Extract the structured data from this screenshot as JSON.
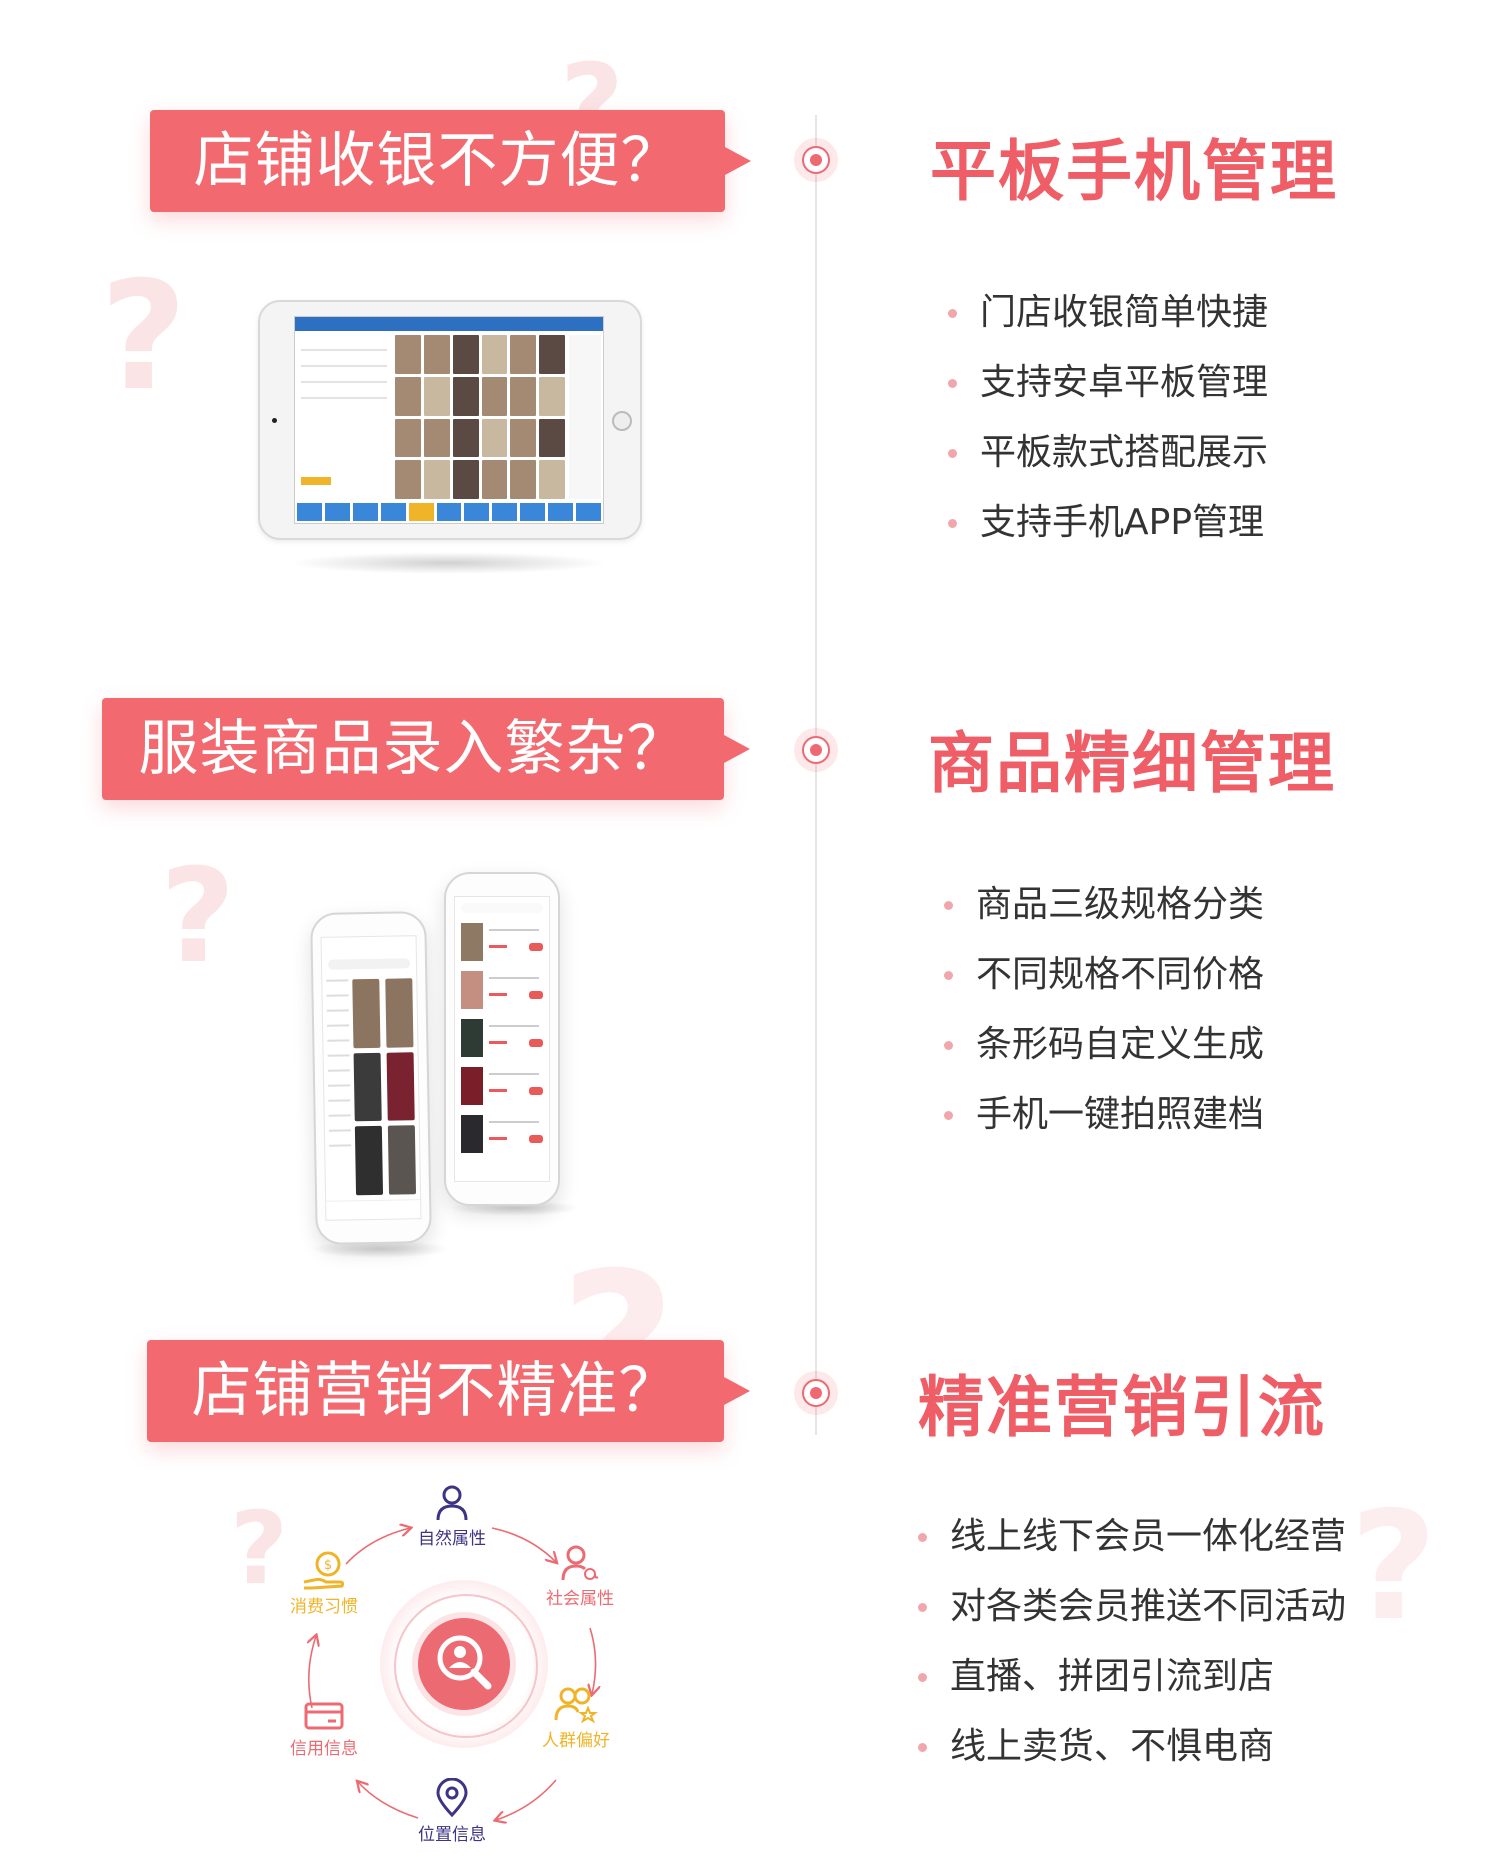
{
  "colors": {
    "accent": "#f2696f",
    "title": "#ef5d66",
    "text": "#333333",
    "navy": "#3d3486",
    "gold": "#f0b429"
  },
  "sections": [
    {
      "problem": "店铺收银不方便？",
      "title": "平板手机管理",
      "bullets": [
        "门店收银简单快捷",
        "支持安卓平板管理",
        "平板款式搭配展示",
        "支持手机APP管理"
      ]
    },
    {
      "problem": "服装商品录入繁杂？",
      "title": "商品精细管理",
      "bullets": [
        "商品三级规格分类",
        "不同规格不同价格",
        "条形码自定义生成",
        "手机一键拍照建档"
      ]
    },
    {
      "problem": "店铺营销不精准？",
      "title": "精准营销引流",
      "bullets": [
        "线上线下会员一体化经营",
        "对各类会员推送不同活动",
        "直播、拼团引流到店",
        "线上卖货、不惧电商"
      ]
    }
  ],
  "marketing": {
    "nodes": [
      {
        "label": "自然属性",
        "icon": "person-icon",
        "color": "#3d3486"
      },
      {
        "label": "社会属性",
        "icon": "person-at-icon",
        "color": "#ec6b72"
      },
      {
        "label": "人群偏好",
        "icon": "group-star-icon",
        "color": "#f0b429"
      },
      {
        "label": "位置信息",
        "icon": "location-pin-icon",
        "color": "#3d3486"
      },
      {
        "label": "信用信息",
        "icon": "credit-card-icon",
        "color": "#ec6b72"
      },
      {
        "label": "消费习惯",
        "icon": "coin-hand-icon",
        "color": "#f0b429"
      }
    ],
    "center_icon": "search-person-icon"
  }
}
